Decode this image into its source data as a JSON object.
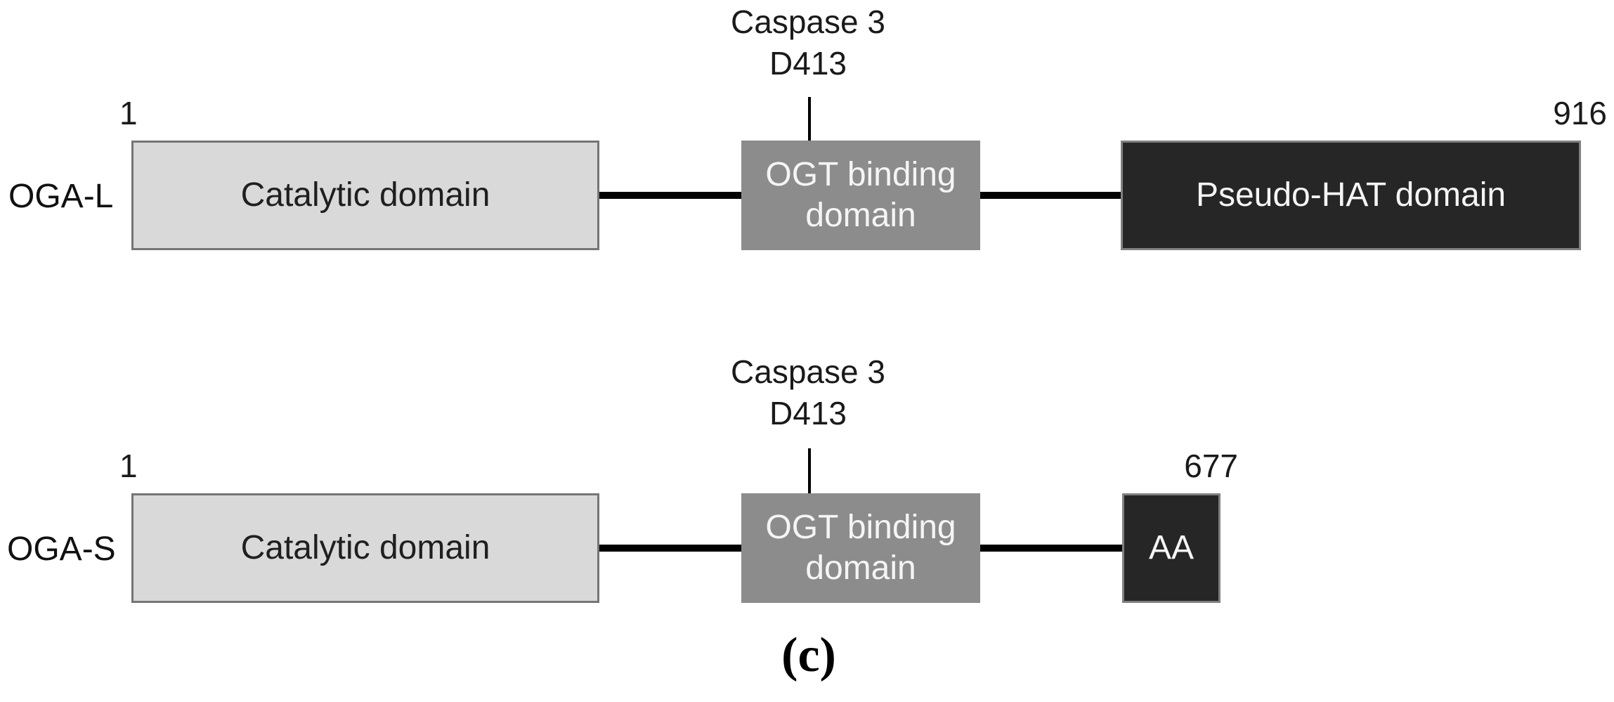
{
  "figure": {
    "caption": "(c)",
    "rows": [
      {
        "label": "OGA-L",
        "start_residue": "1",
        "end_residue": "916",
        "cleavage": {
          "enzyme": "Caspase 3",
          "site": "D413"
        },
        "domains": {
          "catalytic": "Catalytic domain",
          "ogt_line1": "OGT binding",
          "ogt_line2": "domain",
          "cterm": "Pseudo-HAT domain"
        }
      },
      {
        "label": "OGA-S",
        "start_residue": "1",
        "end_residue": "677",
        "cleavage": {
          "enzyme": "Caspase 3",
          "site": "D413"
        },
        "domains": {
          "catalytic": "Catalytic domain",
          "ogt_line1": "OGT binding",
          "ogt_line2": "domain",
          "cterm": "AA"
        }
      }
    ],
    "colors": {
      "background": "#ffffff",
      "catalytic_fill": "#d9d9d9",
      "catalytic_border": "#757575",
      "ogt_fill": "#8c8c8c",
      "dark_fill": "#262626",
      "dark_border": "#808080",
      "connector": "#000000",
      "text_dark": "#1a1a1a",
      "text_light": "#f5f5f5"
    }
  }
}
